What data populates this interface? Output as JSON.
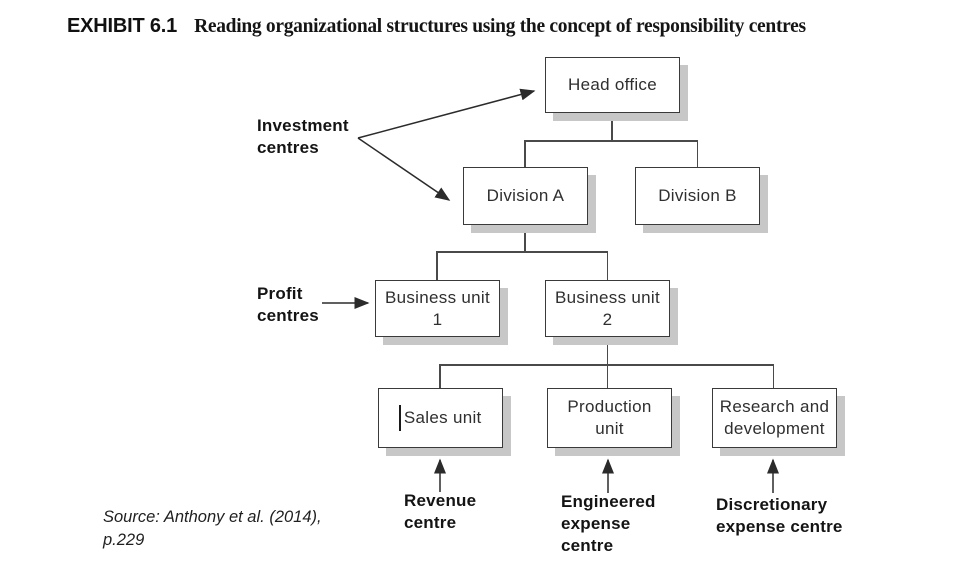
{
  "title": {
    "exhibit": "EXHIBIT 6.1",
    "text": "Reading organizational structures using the concept of responsibility centres"
  },
  "nodes": {
    "head_office": {
      "label": "Head office"
    },
    "division_a": {
      "label": "Division A"
    },
    "division_b": {
      "label": "Division B"
    },
    "business_unit_1": {
      "line1": "Business unit",
      "line2": "1"
    },
    "business_unit_2": {
      "line1": "Business unit",
      "line2": "2"
    },
    "sales_unit": {
      "label": "Sales unit"
    },
    "production_unit": {
      "line1": "Production",
      "line2": "unit"
    },
    "research_development": {
      "line1": "Research and",
      "line2": "development"
    }
  },
  "annotations": {
    "investment_centres": {
      "line1": "Investment",
      "line2": "centres"
    },
    "profit_centres": {
      "line1": "Profit",
      "line2": "centres"
    },
    "revenue_centre": {
      "line1": "Revenue",
      "line2": "centre"
    },
    "engineered_expense_centre": {
      "line1": "Engineered",
      "line2": "expense",
      "line3": "centre"
    },
    "discretionary_expense_centre": {
      "line1": "Discretionary",
      "line2": "expense centre"
    }
  },
  "source": {
    "line1": "Source: Anthony et al. (2014),",
    "line2": "p.229"
  },
  "colors": {
    "box_border": "#3a3a3a",
    "box_shadow": "#c7c7c7",
    "connector": "#4a4a4a",
    "arrow": "#2b2b2b",
    "text": "#2f2f2f"
  }
}
